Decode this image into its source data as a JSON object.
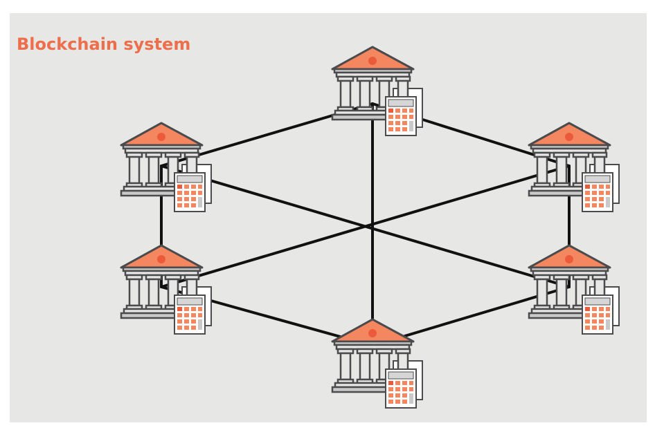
{
  "title": "Blockchain system",
  "colors": {
    "accent": "#ec6e4b",
    "roof": "#f4875f",
    "outline": "#4b4b4d",
    "line": "#111111",
    "background": "#e7e7e5"
  },
  "nodes": [
    {
      "id": "top",
      "icon": "bank-with-ledger-calculator"
    },
    {
      "id": "top-left",
      "icon": "bank-with-ledger-calculator"
    },
    {
      "id": "top-right",
      "icon": "bank-with-ledger-calculator"
    },
    {
      "id": "bottom-left",
      "icon": "bank-with-ledger-calculator"
    },
    {
      "id": "bottom-right",
      "icon": "bank-with-ledger-calculator"
    },
    {
      "id": "bottom",
      "icon": "bank-with-ledger-calculator"
    }
  ],
  "edges": [
    [
      "top-left",
      "top"
    ],
    [
      "top",
      "top-right"
    ],
    [
      "top-left",
      "bottom-left"
    ],
    [
      "top-right",
      "bottom-right"
    ],
    [
      "bottom-left",
      "bottom"
    ],
    [
      "bottom",
      "bottom-right"
    ],
    [
      "top",
      "bottom"
    ],
    [
      "top-left",
      "bottom-right"
    ],
    [
      "top-right",
      "bottom-left"
    ]
  ]
}
